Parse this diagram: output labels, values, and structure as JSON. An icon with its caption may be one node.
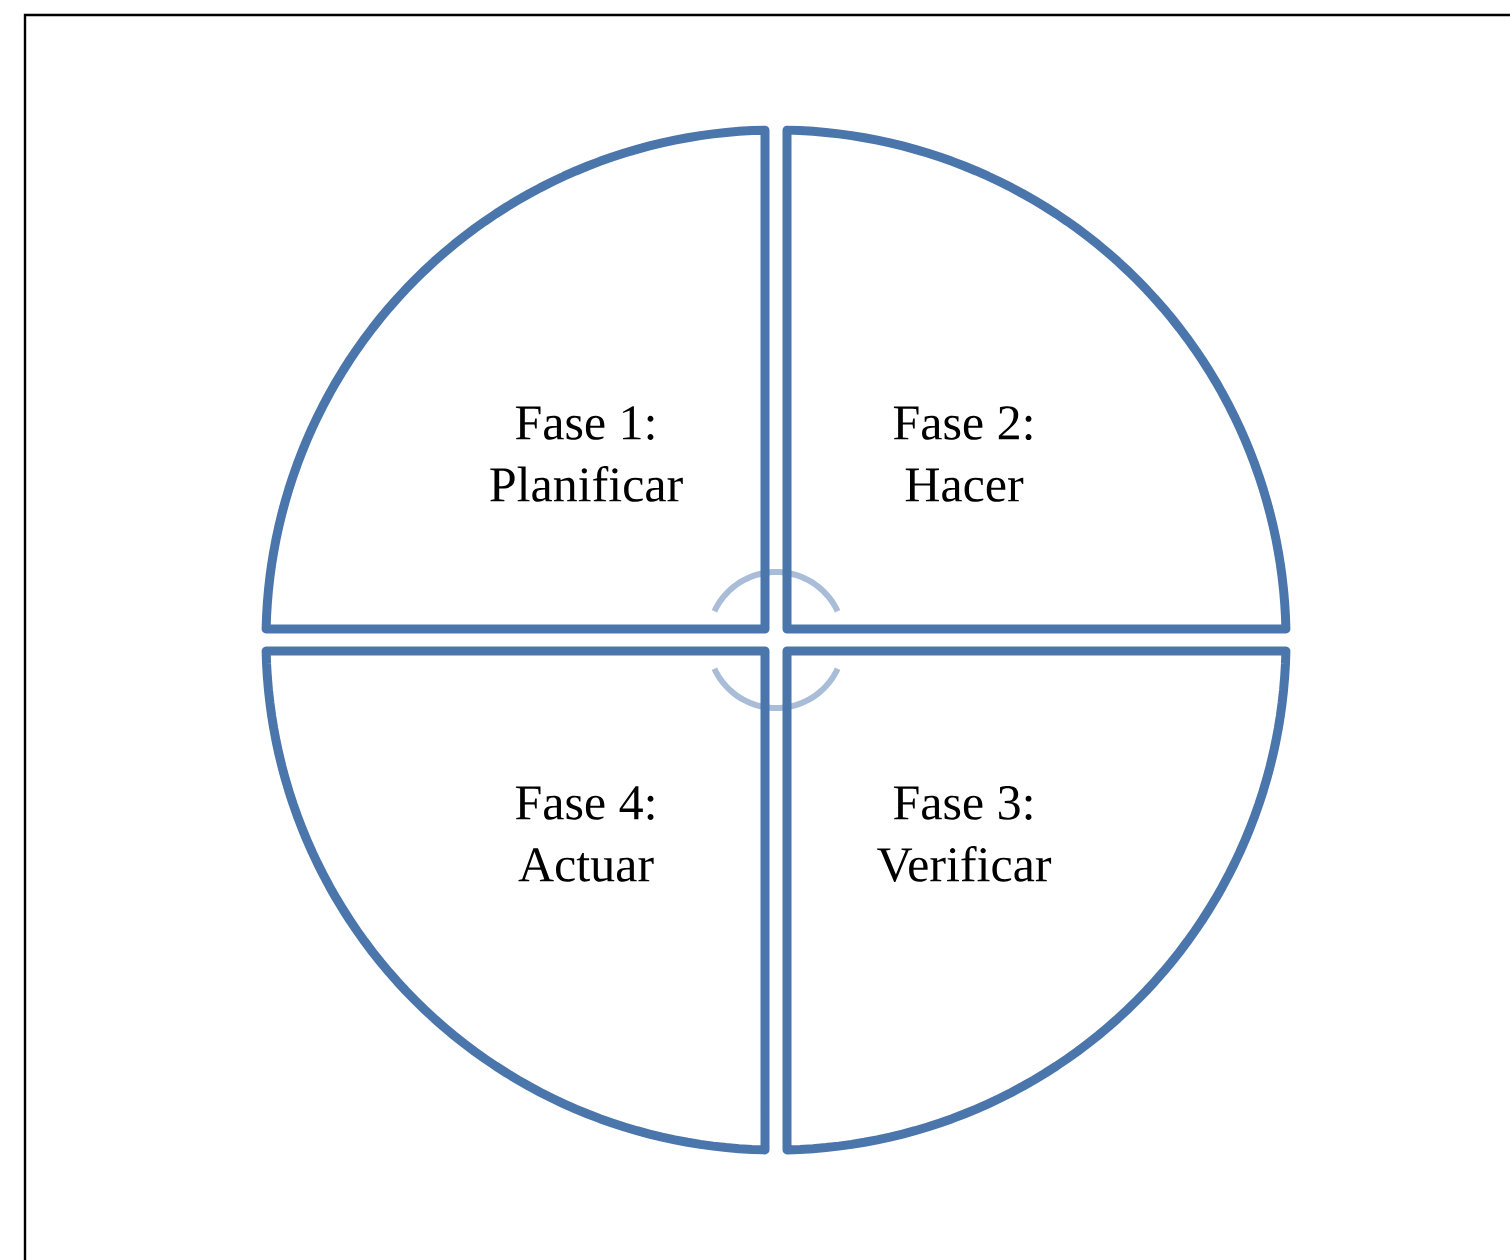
{
  "diagram": {
    "nodes": [
      {
        "text": [
          "Fase 1:",
          "Planificar"
        ]
      },
      {
        "text": [
          "Fase 2:",
          "Hacer"
        ]
      },
      {
        "text": [
          "Fase 4:",
          "Actuar"
        ]
      },
      {
        "text": [
          "Fase 3:",
          "Verificar"
        ]
      }
    ]
  }
}
